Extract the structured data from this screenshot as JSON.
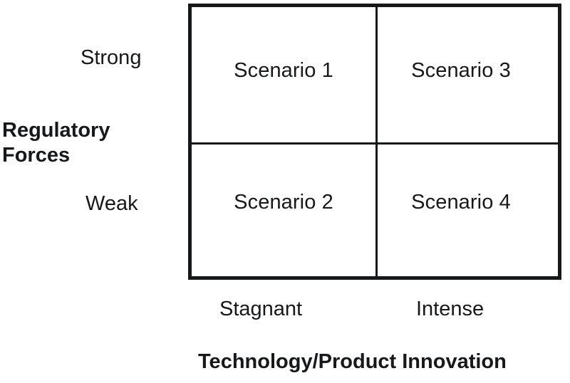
{
  "chart_data": {
    "type": "table",
    "title": "",
    "subtitle": "",
    "xlabel": "Technology/Product Innovation",
    "ylabel": "Regulatory Forces",
    "x_categories": [
      "Stagnant",
      "Intense"
    ],
    "y_categories": [
      "Strong",
      "Weak"
    ],
    "grid": true,
    "legend": "none",
    "cells": [
      {
        "row": "Strong",
        "column": "Stagnant",
        "label": "Scenario 1"
      },
      {
        "row": "Strong",
        "column": "Intense",
        "label": "Scenario 3"
      },
      {
        "row": "Weak",
        "column": "Stagnant",
        "label": "Scenario 2"
      },
      {
        "row": "Weak",
        "column": "Intense",
        "label": "Scenario 4"
      }
    ],
    "colors": {
      "line": "#17181a",
      "text": "#17181a",
      "background": "#ffffff"
    }
  },
  "matrix": {
    "quadrants": {
      "top_left": "Scenario 1",
      "top_right": "Scenario 3",
      "bottom_left": "Scenario 2",
      "bottom_right": "Scenario 4"
    }
  },
  "y_axis": {
    "title": "Regulatory\nForces",
    "high_label": "Strong",
    "low_label": "Weak"
  },
  "x_axis": {
    "title": "Technology/Product Innovation",
    "left_label": "Stagnant",
    "right_label": "Intense"
  }
}
